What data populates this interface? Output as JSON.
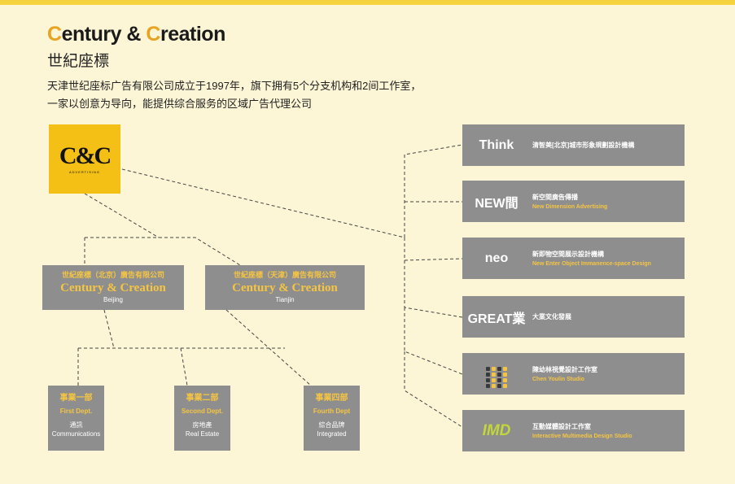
{
  "brand": {
    "title_c1": "C",
    "title_r1": "entury & ",
    "title_c2": "C",
    "title_r2": "reation",
    "subtitle": "世紀座標"
  },
  "intro": {
    "line1": "天津世纪座标广告有限公司成立于1997年，旗下拥有5个分支机构和2间工作室，",
    "line2": "一家以创意为导向，能提供综合服务的区域广告代理公司"
  },
  "logo": {
    "mark": "C&C",
    "tag": "ADVERTISING"
  },
  "companies": [
    {
      "cn": "世紀座標（北京）廣告有限公司",
      "en": "Century & Creation",
      "city": "Beijing"
    },
    {
      "cn": "世紀座標（天津）廣告有限公司",
      "en": "Century & Creation",
      "city": "Tianjin"
    }
  ],
  "departments": [
    {
      "cn": "事業一部",
      "en": "First Dept.",
      "desc1": "通訊",
      "desc2": "Communications"
    },
    {
      "cn": "事業二部",
      "en": "Second Dept.",
      "desc1": "房地產",
      "desc2": "Real Estate"
    },
    {
      "cn": "事業四部",
      "en": "Fourth Dept",
      "desc1": "綜合品牌",
      "desc2": "Integrated"
    }
  ],
  "workshops": [
    {
      "logo": "Think",
      "cn": "清智美[北京]城市形象規劃設計機構",
      "en": ""
    },
    {
      "logo": "NEW間",
      "cn": "新空間廣告傳播",
      "en": "New Dimension Advertising"
    },
    {
      "logo": "neo",
      "cn": "新即物空間展示設計機構",
      "en": "New Enter Object Immanence-space Design"
    },
    {
      "logo": "GREAT業",
      "cn": "大業文化發展",
      "en": ""
    },
    {
      "logo": "",
      "cn": "陳幼林視覺設計工作室",
      "en": "Chen Youlin Studio"
    },
    {
      "logo": "IMD",
      "cn": "互動媒體設計工作室",
      "en": "Interactive Multimedia Design Studio"
    }
  ],
  "colors": {
    "background": "#FCF6D6",
    "accent": "#F4C015",
    "box": "#8E8E8E",
    "label": "#F5C542"
  }
}
